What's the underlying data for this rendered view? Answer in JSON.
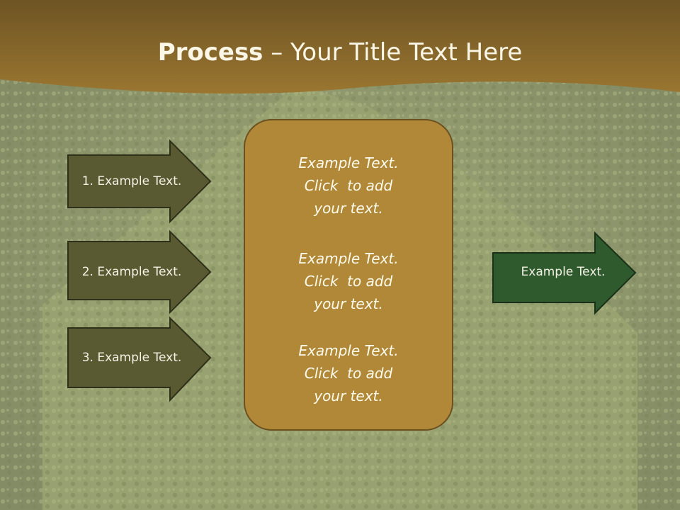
{
  "title": {
    "bold": "Process",
    "rest": " – Your Title Text Here"
  },
  "steps": [
    {
      "label": "1. Example Text."
    },
    {
      "label": "2. Example Text."
    },
    {
      "label": "3. Example Text."
    }
  ],
  "center": [
    {
      "lines": [
        "Example Text.",
        "Click  to add",
        "your text."
      ]
    },
    {
      "lines": [
        "Example Text.",
        "Click  to add",
        "your text."
      ]
    },
    {
      "lines": [
        "Example Text.",
        "Click  to add",
        "your text."
      ]
    }
  ],
  "output": {
    "label": "Example Text."
  },
  "colors": {
    "header": "#8a6a2e",
    "step_arrow": "#5a5a32",
    "output_arrow": "#2f5a2e",
    "center_box": "#b08838"
  }
}
